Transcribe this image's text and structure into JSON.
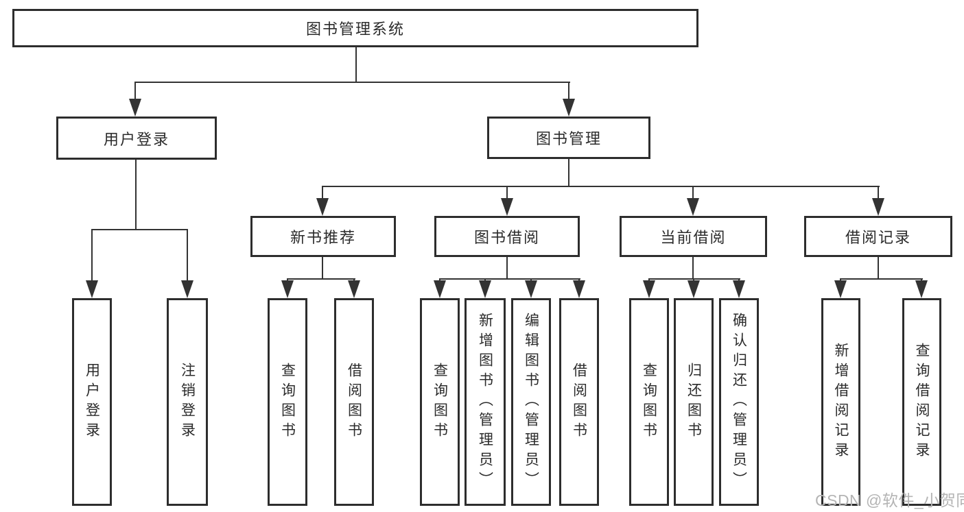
{
  "colors": {
    "line": "#333333",
    "box_border": "#2d2d2d",
    "text": "#2b2b2b",
    "watermark": "#b4b4b4",
    "background": "#ffffff"
  },
  "watermark": {
    "text": "CSDN @软件_小贺同学"
  },
  "tree": {
    "root": {
      "label": "图书管理系统"
    },
    "branches": [
      {
        "label": "用户登录",
        "children": [
          {
            "label": "用户登录"
          },
          {
            "label": "注销登录"
          }
        ]
      },
      {
        "label": "图书管理",
        "groups": [
          {
            "label": "新书推荐",
            "children": [
              {
                "label": "查询图书"
              },
              {
                "label": "借阅图书"
              }
            ]
          },
          {
            "label": "图书借阅",
            "children": [
              {
                "label": "查询图书"
              },
              {
                "label": "新增图书（管理员）"
              },
              {
                "label": "编辑图书（管理员）"
              },
              {
                "label": "借阅图书"
              }
            ]
          },
          {
            "label": "当前借阅",
            "children": [
              {
                "label": "查询图书"
              },
              {
                "label": "归还图书"
              },
              {
                "label": "确认归还（管理员）"
              }
            ]
          },
          {
            "label": "借阅记录",
            "children": [
              {
                "label": "新增借阅记录"
              },
              {
                "label": "查询借阅记录"
              }
            ]
          }
        ]
      }
    ]
  }
}
